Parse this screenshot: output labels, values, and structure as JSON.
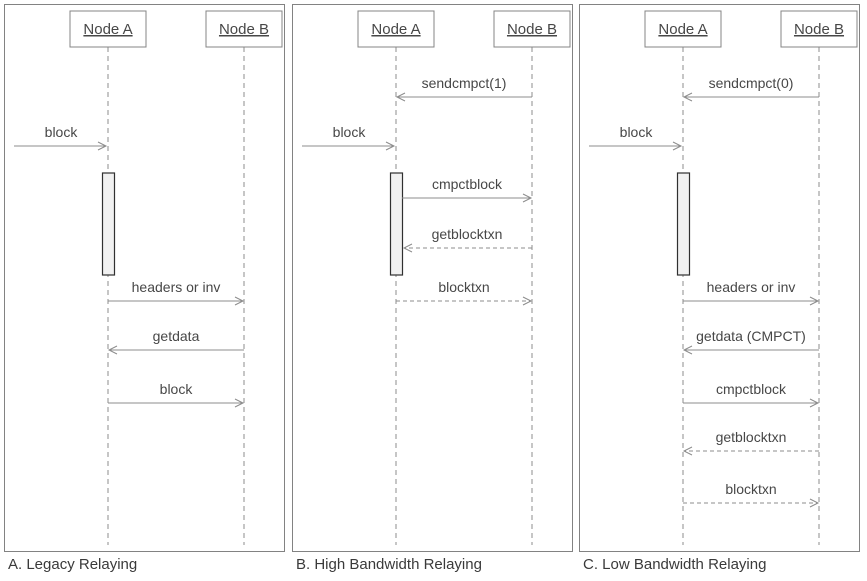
{
  "diagram": {
    "kind": "sequence-diagram",
    "colors": {
      "line": "#8c8c8c",
      "text": "#474747",
      "caption": "#3a3a3a",
      "panel_border": "#828282",
      "activation_fill": "#f1f1f1",
      "activation_border": "#303030"
    }
  },
  "panels": [
    {
      "caption": "A. Legacy Relaying",
      "node_a": "Node A",
      "node_b": "Node B",
      "messages": [
        {
          "label": "block",
          "from": "external",
          "to": "A",
          "style": "solid"
        },
        {
          "label": "headers or inv",
          "from": "A",
          "to": "B",
          "style": "solid"
        },
        {
          "label": "getdata",
          "from": "B",
          "to": "A",
          "style": "solid"
        },
        {
          "label": "block",
          "from": "A",
          "to": "B",
          "style": "solid"
        }
      ]
    },
    {
      "caption": "B. High Bandwidth Relaying",
      "node_a": "Node A",
      "node_b": "Node B",
      "messages": [
        {
          "label": "sendcmpct(1)",
          "from": "B",
          "to": "A",
          "style": "solid"
        },
        {
          "label": "block",
          "from": "external",
          "to": "A",
          "style": "solid"
        },
        {
          "label": "cmpctblock",
          "from": "A",
          "to": "B",
          "style": "solid"
        },
        {
          "label": "getblocktxn",
          "from": "B",
          "to": "A",
          "style": "dashed"
        },
        {
          "label": "blocktxn",
          "from": "A",
          "to": "B",
          "style": "dashed"
        }
      ]
    },
    {
      "caption": "C. Low Bandwidth Relaying",
      "node_a": "Node A",
      "node_b": "Node B",
      "messages": [
        {
          "label": "sendcmpct(0)",
          "from": "B",
          "to": "A",
          "style": "solid"
        },
        {
          "label": "block",
          "from": "external",
          "to": "A",
          "style": "solid"
        },
        {
          "label": "headers or inv",
          "from": "A",
          "to": "B",
          "style": "solid"
        },
        {
          "label": "getdata (CMPCT)",
          "from": "B",
          "to": "A",
          "style": "solid"
        },
        {
          "label": "cmpctblock",
          "from": "A",
          "to": "B",
          "style": "solid"
        },
        {
          "label": "getblocktxn",
          "from": "B",
          "to": "A",
          "style": "dashed"
        },
        {
          "label": "blocktxn",
          "from": "A",
          "to": "B",
          "style": "dashed"
        }
      ]
    }
  ]
}
